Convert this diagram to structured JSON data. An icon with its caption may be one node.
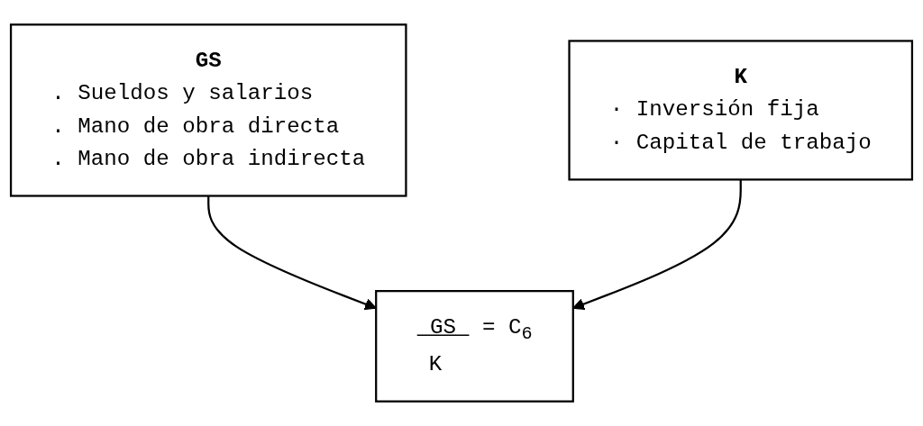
{
  "diagram": {
    "nodes": [
      {
        "text": [
          "GS",
          ". Sueldos y salarios",
          ". Mano de obra directa",
          ". Mano de obra indirecta"
        ]
      },
      {
        "text": [
          "K",
          "· Inversión fija",
          "· Capital de trabajo"
        ]
      },
      {
        "text": [
          "GS",
          "K",
          "= C$_{6}$"
        ]
      }
    ],
    "edges": [
      {
        "from": 0,
        "to": 2,
        "arrow": "to"
      },
      {
        "from": 1,
        "to": 2,
        "arrow": "to"
      }
    ]
  }
}
